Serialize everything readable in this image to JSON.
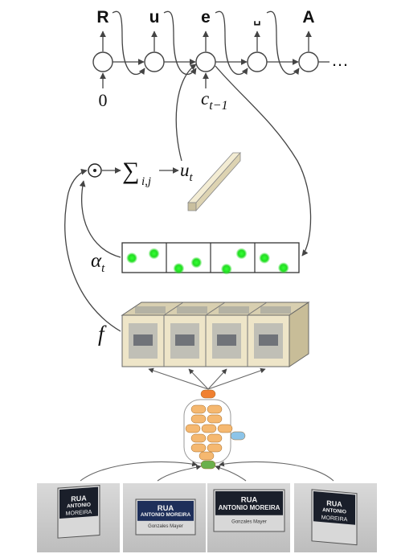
{
  "decoder": {
    "outputs": [
      "R",
      "u",
      "e",
      "␣",
      "A"
    ],
    "ellipsis": "…",
    "initial_input": "0",
    "context_label_base": "c",
    "context_label_sub": "t−1"
  },
  "attention": {
    "odot_symbol": "⊙",
    "sum_symbol": "∑",
    "sum_sub": "i,j",
    "context_vector_base": "u",
    "context_vector_sub": "t",
    "mask_label_base": "α",
    "mask_label_sub": "t",
    "mask_dot_color": "#22dd22",
    "mask_cells": 4
  },
  "features": {
    "label": "f",
    "block_color": "#e6dcc0"
  },
  "cnn": {
    "top_node_color": "#f08030",
    "body_node_color": "#f5b870",
    "side_node_color": "#8cc4e8",
    "bottom_node_color": "#6ab04c"
  },
  "input_views": [
    {
      "lines": [
        "RUA",
        "ANTONIO",
        "MOREIRA"
      ]
    },
    {
      "lines": [
        "RUA",
        "ANTONIO MOREIRA",
        "Gonzales Mayer"
      ]
    },
    {
      "lines": [
        "RUA",
        "ANTONIO MOREIRA",
        "Gonzales Mayer"
      ]
    },
    {
      "lines": [
        "RUA",
        "ANTONIO",
        "MOREIRA"
      ]
    }
  ]
}
